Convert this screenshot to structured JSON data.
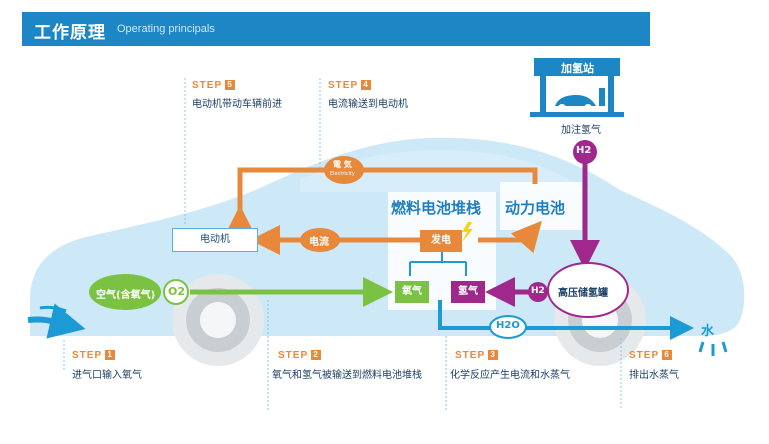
{
  "header": {
    "title": "工作原理",
    "subtitle": "Operating principals"
  },
  "station": {
    "sign": "加氢站",
    "caption": "加注氢气",
    "h2": "H2"
  },
  "labels": {
    "electricity_cn": "電 気",
    "electricity_en": "Electricity",
    "fuel_cell_stack": "燃料电池堆栈",
    "power_battery": "动力电池",
    "motor": "电动机",
    "current": "电流",
    "generate": "发电",
    "oxygen": "氧气",
    "hydrogen": "氢气",
    "tank": "高压储氢罐",
    "air": "空气(含氧气)",
    "o2": "O2",
    "h2_tank": "H2",
    "h2o": "H2O",
    "water": "水"
  },
  "steps": [
    {
      "prefix": "STEP",
      "num": "1",
      "desc": "进气口输入氧气"
    },
    {
      "prefix": "STEP",
      "num": "2",
      "desc": "氧气和氢气被输送到燃料电池堆栈"
    },
    {
      "prefix": "STEP",
      "num": "3",
      "desc": "化学反应产生电流和水蒸气"
    },
    {
      "prefix": "STEP",
      "num": "4",
      "desc": "电流输送到电动机"
    },
    {
      "prefix": "STEP",
      "num": "5",
      "desc": "电动机带动车辆前进"
    },
    {
      "prefix": "STEP",
      "num": "6",
      "desc": "排出水蒸气"
    }
  ],
  "colors": {
    "header": "#1c87c4",
    "orange": "#e8883a",
    "green": "#7cc242",
    "purple": "#a0288c",
    "blue": "#1c9ad6",
    "car_body": "#cde8f7"
  }
}
